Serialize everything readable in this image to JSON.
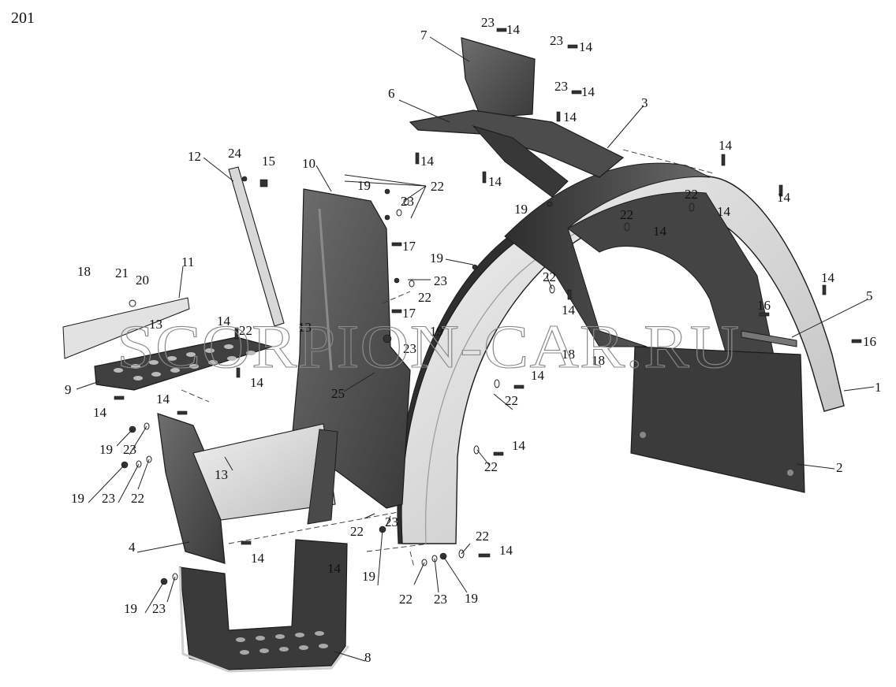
{
  "page_number": "201",
  "watermark": "SCORPION-CAR.RU",
  "colors": {
    "dark_part": "#3c3c3c",
    "mid_part": "#5e5e5e",
    "light_part": "#d9d9d9",
    "edge": "#1c1c1c",
    "watermark": "#8a8a8a"
  },
  "callouts": {
    "c1": "1",
    "c2": "2",
    "c3": "3",
    "c4": "4",
    "c5": "5",
    "c6": "6",
    "c7": "7",
    "c8": "8",
    "c9": "9",
    "c10": "10",
    "c11": "11",
    "c12": "12",
    "c13": "13",
    "c15": "15",
    "c16": "16",
    "c17": "17",
    "c18": "18",
    "c19": "19",
    "c20": "20",
    "c21": "21",
    "c22": "22",
    "c23": "23",
    "c24": "24",
    "c25": "25"
  }
}
